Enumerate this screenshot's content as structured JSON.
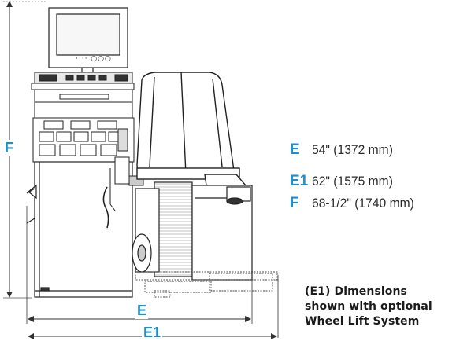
{
  "accent_color": "#1e8fce",
  "dimension_labels": {
    "height": "F",
    "width": "E",
    "width_with_lift": "E1"
  },
  "specs": [
    {
      "letter": "E",
      "value": "54\" (1372 mm)"
    },
    {
      "letter": "E1",
      "value": "62\" (1575 mm)"
    },
    {
      "letter": "F",
      "value": "68-1/2\" (1740 mm)"
    }
  ],
  "footnote": {
    "line1": "(E1) Dimensions",
    "line2": "shown with optional",
    "line3": "Wheel Lift System"
  },
  "monitor": {
    "button_text": "···· ○○○"
  }
}
